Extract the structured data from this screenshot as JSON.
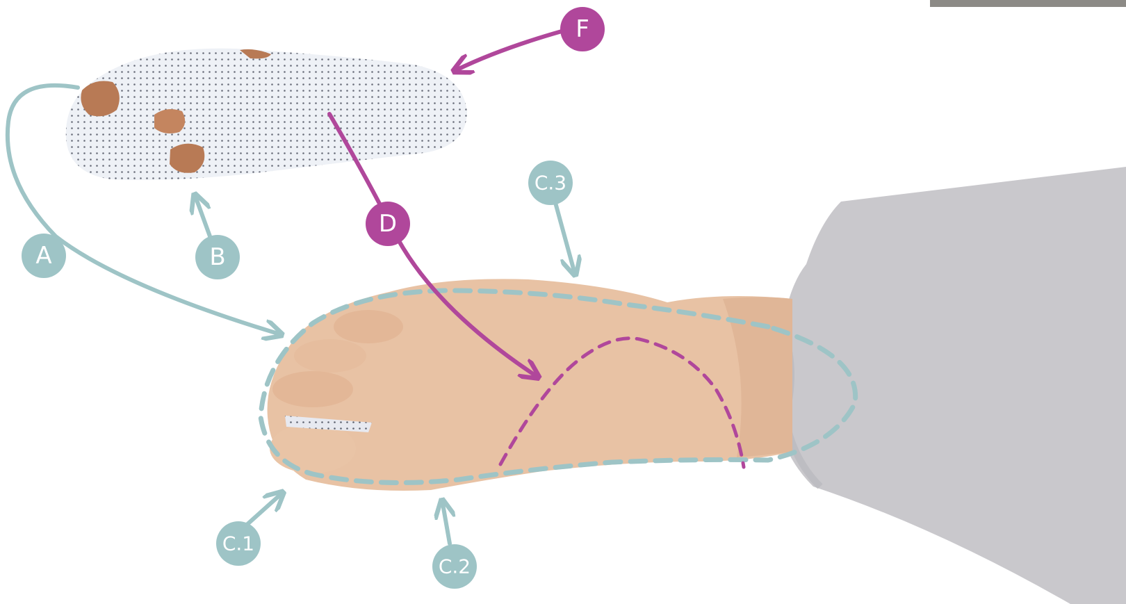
{
  "colors": {
    "teal": "#9ec4c6",
    "magenta": "#b0479b",
    "skin": "#e8c2a4",
    "skin_shadow": "#d9a98a",
    "insole": "#eef1f6",
    "insole_dots": "#3c4150",
    "pad": "#b87a55",
    "pant": "#c9c8cc"
  },
  "labels": {
    "a": "A",
    "b": "B",
    "c1": "C.1",
    "c2": "C.2",
    "c3": "C.3",
    "d": "D",
    "f": "F"
  }
}
